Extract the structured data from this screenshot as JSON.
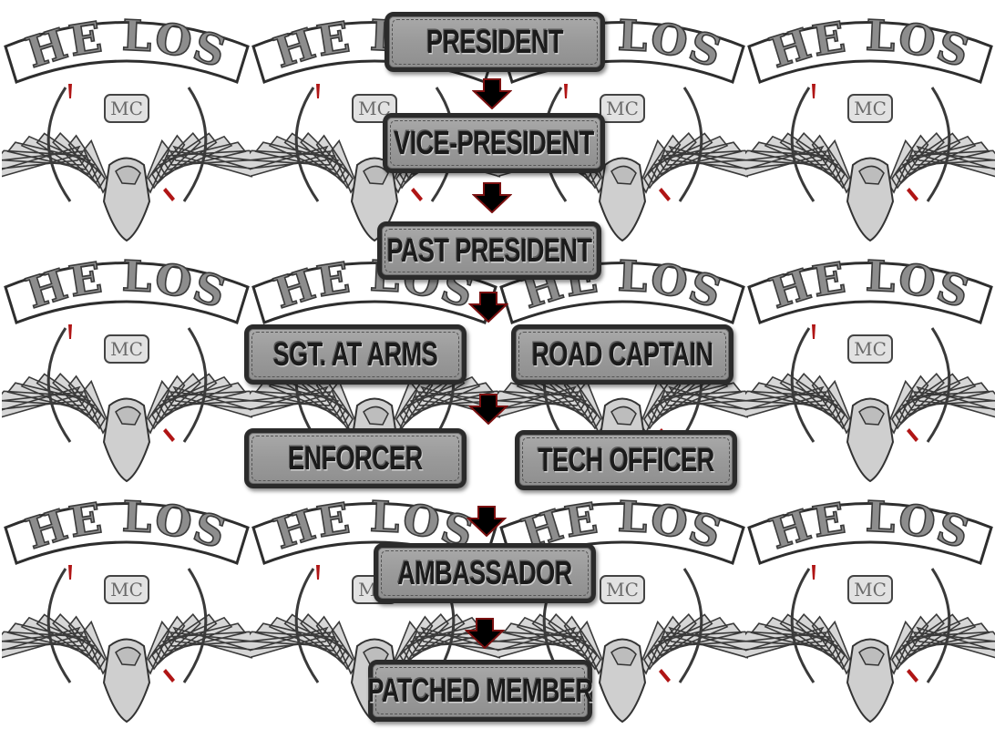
{
  "emblem": {
    "rocker": "THE LOST",
    "center": "MC"
  },
  "ranks": {
    "president": "PRESIDENT",
    "vice_president": "VICE-PRESIDENT",
    "past_president": "PAST PRESIDENT",
    "sgt_at_arms": "SGT. AT ARMS",
    "road_captain": "ROAD CAPTAIN",
    "enforcer": "ENFORCER",
    "tech_officer": "TECH OFFICER",
    "ambassador": "AMBASSADOR",
    "patched_member": "PATCHED MEMBER"
  },
  "colors": {
    "patch_fill": "#9e9e9e",
    "patch_border": "#2b2b2b",
    "arrow_fill": "#000000",
    "arrow_outline": "#7a1010",
    "blood_accent": "#b01515"
  }
}
